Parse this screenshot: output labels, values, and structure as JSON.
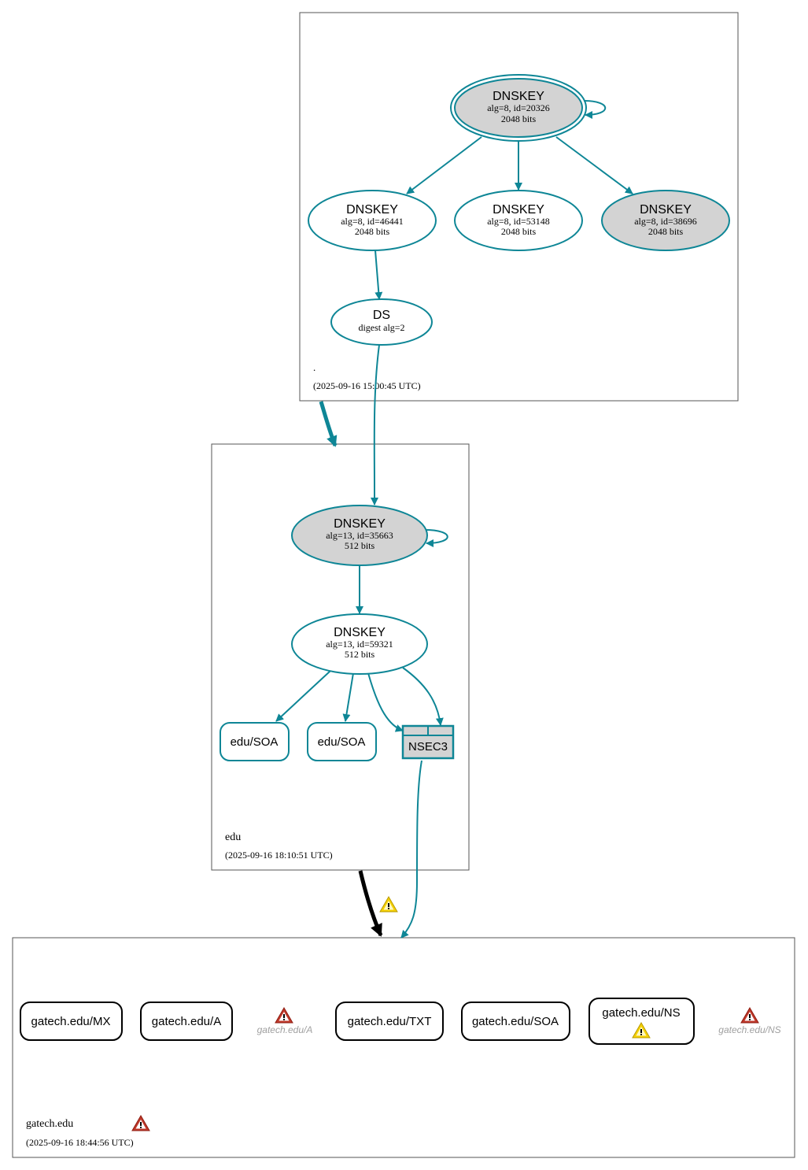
{
  "colors": {
    "teal": "#0e8696",
    "gray_fill": "#d3d3d3",
    "error_red": "#c0392b",
    "warning_yellow": "#f5d000",
    "muted_text": "#a0a0a0"
  },
  "zones": {
    "root": {
      "name": ".",
      "timestamp": "(2025-09-16 15:00:45 UTC)",
      "nodes": {
        "ksk": {
          "title": "DNSKEY",
          "line1": "alg=8, id=20326",
          "line2": "2048 bits"
        },
        "zsk1": {
          "title": "DNSKEY",
          "line1": "alg=8, id=46441",
          "line2": "2048 bits"
        },
        "zsk2": {
          "title": "DNSKEY",
          "line1": "alg=8, id=53148",
          "line2": "2048 bits"
        },
        "zsk3": {
          "title": "DNSKEY",
          "line1": "alg=8, id=38696",
          "line2": "2048 bits"
        },
        "ds": {
          "title": "DS",
          "line1": "digest alg=2"
        }
      }
    },
    "edu": {
      "name": "edu",
      "timestamp": "(2025-09-16 18:10:51 UTC)",
      "nodes": {
        "ksk": {
          "title": "DNSKEY",
          "line1": "alg=13, id=35663",
          "line2": "512 bits"
        },
        "zsk": {
          "title": "DNSKEY",
          "line1": "alg=13, id=59321",
          "line2": "512 bits"
        },
        "soa1": {
          "label": "edu/SOA"
        },
        "soa2": {
          "label": "edu/SOA"
        },
        "nsec3": {
          "label": "NSEC3"
        }
      }
    },
    "gatech": {
      "name": "gatech.edu",
      "timestamp": "(2025-09-16 18:44:56 UTC)",
      "nodes": {
        "mx": {
          "label": "gatech.edu/MX"
        },
        "a": {
          "label": "gatech.edu/A"
        },
        "a_error": {
          "label": "gatech.edu/A"
        },
        "txt": {
          "label": "gatech.edu/TXT"
        },
        "soa": {
          "label": "gatech.edu/SOA"
        },
        "ns": {
          "label": "gatech.edu/NS"
        },
        "ns_error": {
          "label": "gatech.edu/NS"
        }
      }
    }
  },
  "icons": {
    "error": "error-triangle-icon",
    "warning": "warning-triangle-icon"
  }
}
